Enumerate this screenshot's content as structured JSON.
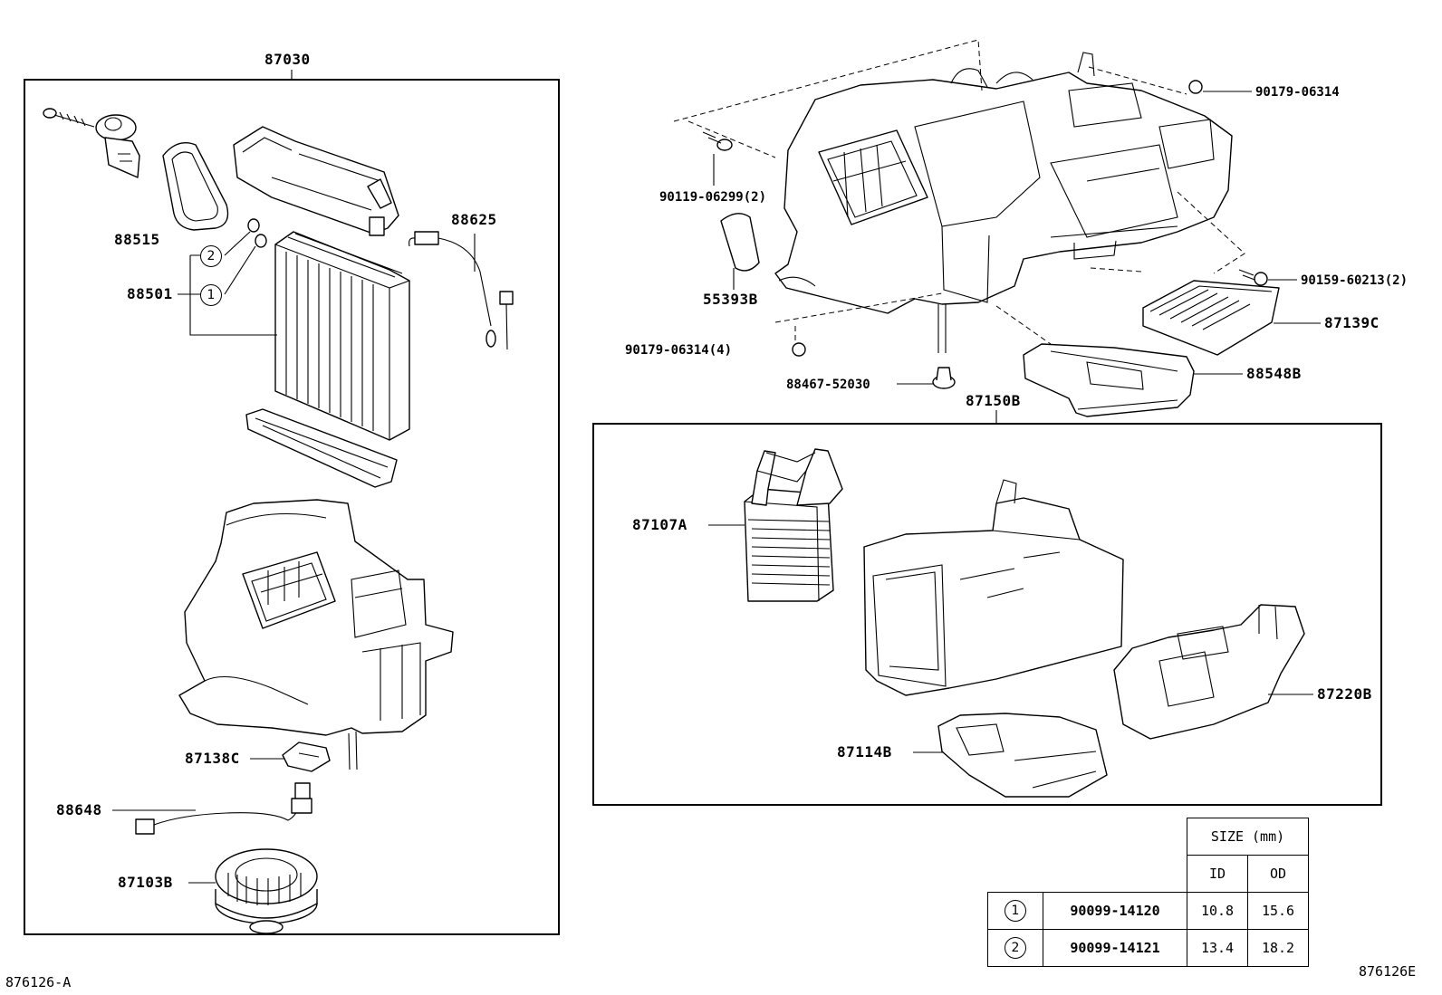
{
  "groups": {
    "left_assembly": "87030",
    "right_assembly": "87150B"
  },
  "callouts": {
    "p88515": "88515",
    "p88501": "88501",
    "p88625": "88625",
    "p87138C": "87138C",
    "p88648": "88648",
    "p87103B": "87103B",
    "p90179_06314": "90179-06314",
    "p90119_06299": "90119-06299(2)",
    "p55393B": "55393B",
    "p90159_60213": "90159-60213(2)",
    "p87139C": "87139C",
    "p90179_06314_4": "90179-06314(4)",
    "p88467_52030": "88467-52030",
    "p88548B": "88548B",
    "p87107A": "87107A",
    "p87220B": "87220B",
    "p87114B": "87114B"
  },
  "markers": {
    "one": "1",
    "two": "2"
  },
  "size_table": {
    "title": "SIZE (mm)",
    "col_id": "ID",
    "col_od": "OD",
    "rows": [
      {
        "mark": "1",
        "part": "90099-14120",
        "id": "10.8",
        "od": "15.6"
      },
      {
        "mark": "2",
        "part": "90099-14121",
        "id": "13.4",
        "od": "18.2"
      }
    ]
  },
  "footer": {
    "left_code": "876126-A",
    "right_code": "876126E"
  }
}
